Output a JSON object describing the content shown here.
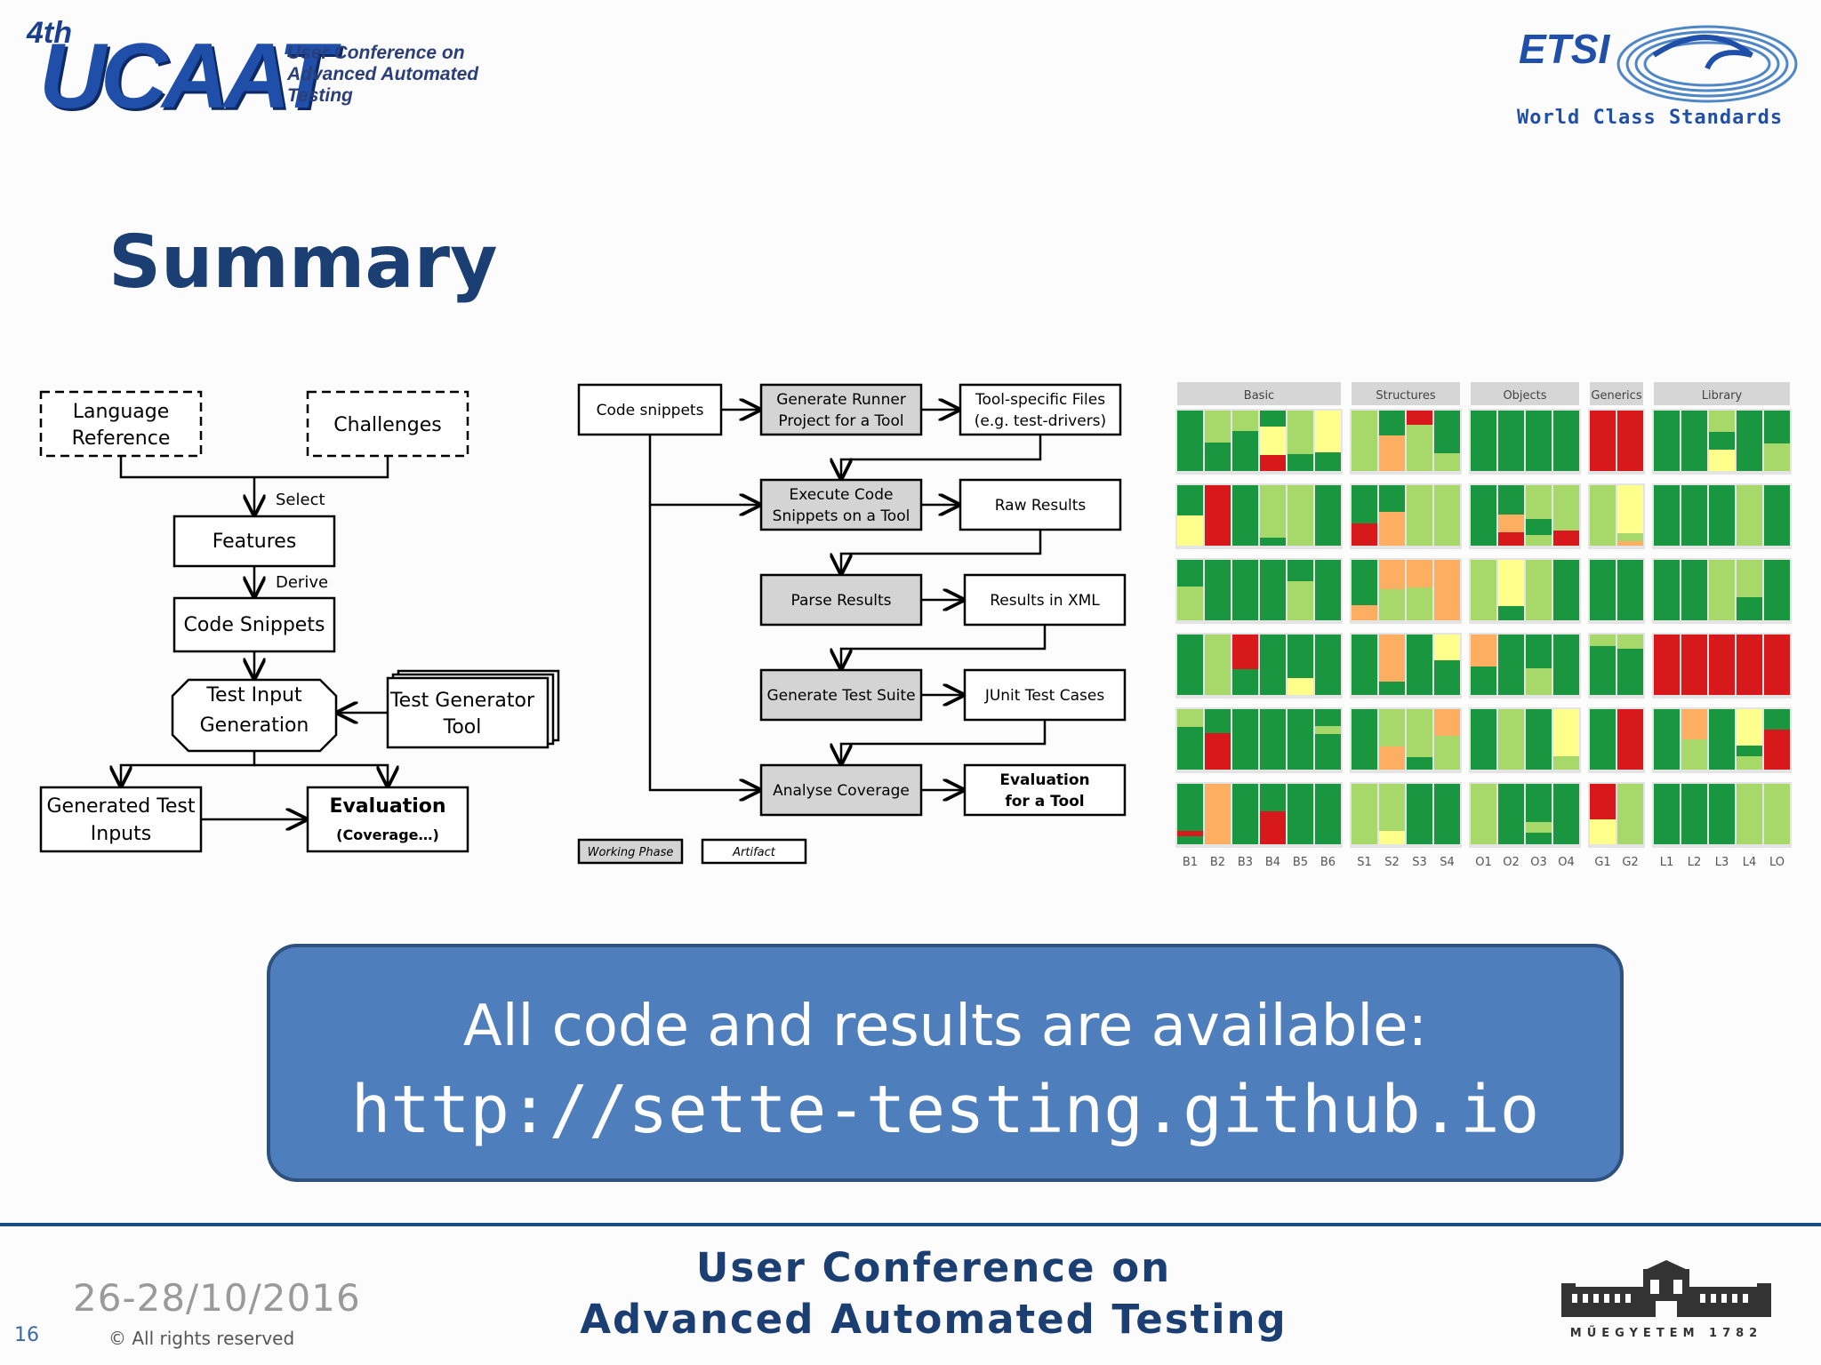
{
  "header": {
    "ucaat_prefix": "4th",
    "ucaat_logo": "UCAAT",
    "ucaat_sub_line1": "User Conference on",
    "ucaat_sub_line2": "Advanced Automated Testing",
    "etsi_logo": "ETSI",
    "etsi_tagline": "World Class Standards"
  },
  "slide": {
    "title": "Summary"
  },
  "workflow_diagram": {
    "nodes": {
      "language_reference_line1": "Language",
      "language_reference_line2": "Reference",
      "challenges": "Challenges",
      "features": "Features",
      "code_snippets": "Code Snippets",
      "test_input_generation_line1": "Test Input",
      "test_input_generation_line2": "Generation",
      "test_generator_tool_line1": "Test Generator",
      "test_generator_tool_line2": "Tool",
      "generated_test_inputs_line1": "Generated Test",
      "generated_test_inputs_line2": "Inputs",
      "evaluation": "Evaluation",
      "evaluation_sub": "(Coverage…)"
    },
    "edge_labels": {
      "select": "Select",
      "derive": "Derive"
    }
  },
  "pipeline_diagram": {
    "nodes": {
      "code_snippets": "Code snippets",
      "generate_runner_line1": "Generate Runner",
      "generate_runner_line2": "Project for a Tool",
      "tool_specific_files_line1": "Tool-specific Files",
      "tool_specific_files_line2": "(e.g. test-drivers)",
      "execute_code_line1": "Execute Code",
      "execute_code_line2": "Snippets on a Tool",
      "raw_results": "Raw Results",
      "parse_results": "Parse Results",
      "results_in_xml": "Results in XML",
      "generate_test_suite": "Generate Test Suite",
      "junit_test_cases": "JUnit Test Cases",
      "analyse_coverage": "Analyse Coverage",
      "evaluation_line1": "Evaluation",
      "evaluation_line2": "for a Tool"
    },
    "legend": {
      "working_phase": "Working Phase",
      "artifact": "Artifact"
    }
  },
  "heatmap": {
    "groups": [
      {
        "name": "Basic",
        "columns": [
          "B1",
          "B2",
          "B3",
          "B4",
          "B5",
          "B6"
        ]
      },
      {
        "name": "Structures",
        "columns": [
          "S1",
          "S2",
          "S3",
          "S4"
        ]
      },
      {
        "name": "Objects",
        "columns": [
          "O1",
          "O2",
          "O3",
          "O4"
        ]
      },
      {
        "name": "Generics",
        "columns": [
          "G1",
          "G2"
        ]
      },
      {
        "name": "Library",
        "columns": [
          "L1",
          "L2",
          "L3",
          "L4",
          "LO"
        ]
      }
    ],
    "colors": {
      "dark_green": "#1a9641",
      "light_green": "#a6d96a",
      "yellow": "#ffff8c",
      "orange": "#fdae61",
      "red": "#d7191c"
    }
  },
  "banner": {
    "line1": "All code and results are available:",
    "line2": "http://sette-testing.github.io"
  },
  "footer": {
    "date": "26-28/10/2016",
    "page_number": "16",
    "rights": "© All rights reserved",
    "conference_line1": "User Conference on",
    "conference_line2": "Advanced Automated Testing",
    "university_caption": "MŰEGYETEM 1782"
  }
}
